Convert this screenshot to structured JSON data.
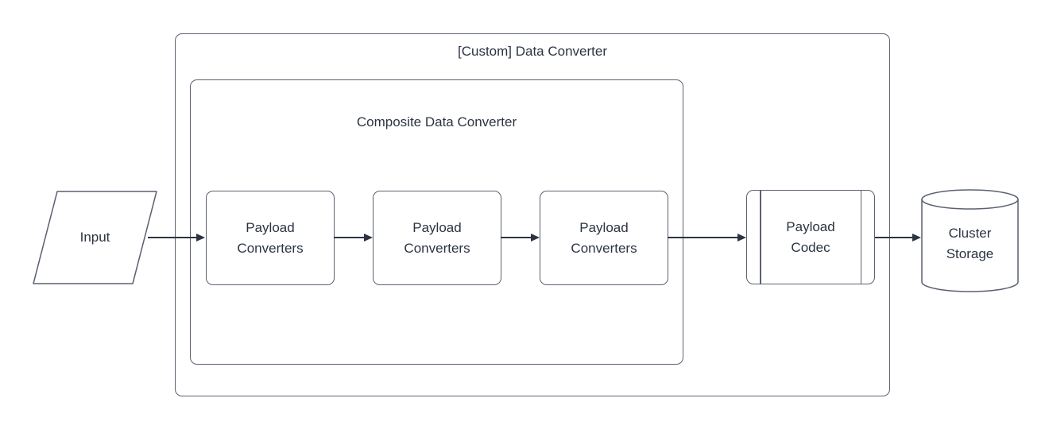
{
  "colors": {
    "bg": "#ffffff",
    "stroke": "#5a6170",
    "ink": "#2c3442"
  },
  "diagram": {
    "outer_group": {
      "title": "[Custom] Data Converter"
    },
    "inner_group": {
      "title": "Composite Data Converter"
    },
    "nodes": {
      "input": {
        "label": "Input",
        "shape": "parallelogram"
      },
      "converter1": {
        "label": "Payload\nConverters",
        "shape": "rounded-rectangle"
      },
      "converter2": {
        "label": "Payload\nConverters",
        "shape": "rounded-rectangle"
      },
      "converter3": {
        "label": "Payload\nConverters",
        "shape": "rounded-rectangle"
      },
      "codec": {
        "label": "Payload\nCodec",
        "shape": "predefined-process"
      },
      "storage": {
        "label": "Cluster\nStorage",
        "shape": "cylinder"
      }
    },
    "connections": [
      {
        "from": "input",
        "to": "converter1"
      },
      {
        "from": "converter1",
        "to": "converter2"
      },
      {
        "from": "converter2",
        "to": "converter3"
      },
      {
        "from": "converter3",
        "to": "codec"
      },
      {
        "from": "codec",
        "to": "storage"
      }
    ]
  }
}
